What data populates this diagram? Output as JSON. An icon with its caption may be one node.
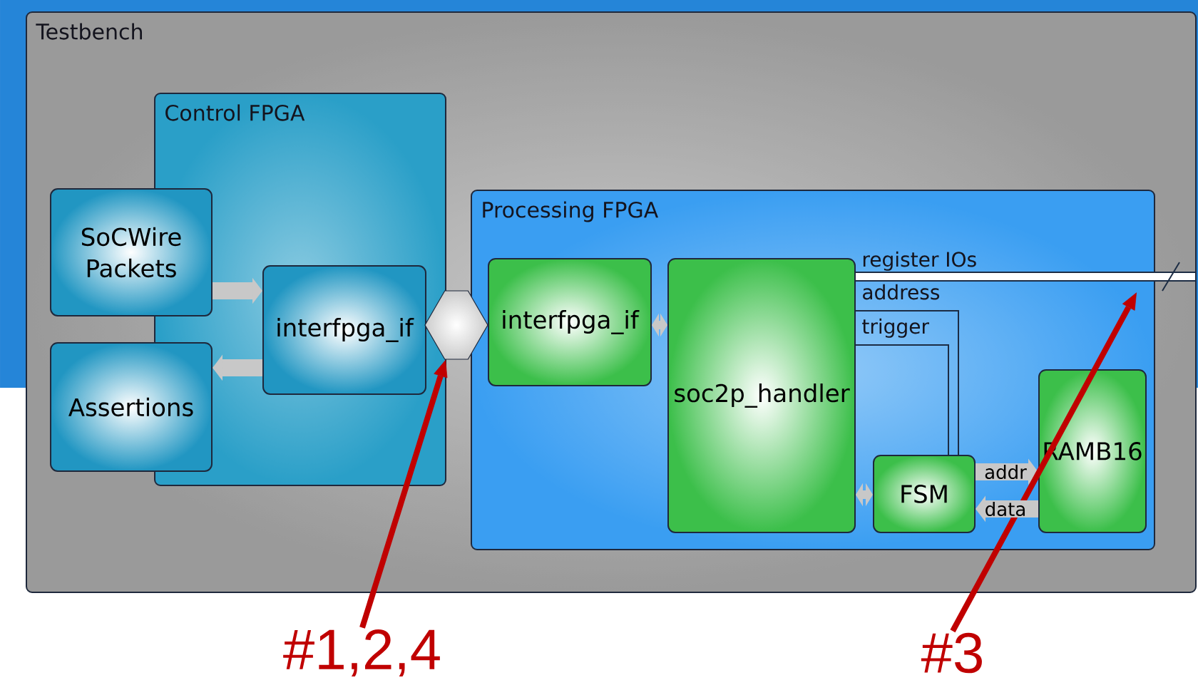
{
  "diagram": {
    "nodes": [
      {
        "text": [
          "Testbench"
        ]
      },
      {
        "text": [
          "Control FPGA"
        ],
        "in": 0
      },
      {
        "text": [
          "SoCWire Packets"
        ],
        "in": 0
      },
      {
        "text": [
          "Assertions"
        ],
        "in": 0
      },
      {
        "text": [
          "interfpga_if"
        ],
        "in": 1
      },
      {
        "text": [
          "Processing FPGA"
        ],
        "in": 0
      },
      {
        "text": [
          "interfpga_if"
        ],
        "in": 5
      },
      {
        "text": [
          "soc2p_handler"
        ],
        "in": 5
      },
      {
        "text": [
          "FSM"
        ],
        "in": 5
      },
      {
        "text": [
          "RAMB16"
        ],
        "in": 5
      },
      {
        "text": [
          "#1,2,4"
        ]
      },
      {
        "text": [
          "#3"
        ]
      },
      {
        "text": [],
        "shape": "hexagon",
        "in": 0
      }
    ],
    "edges": [
      {
        "from": 2,
        "to": 4,
        "arrow": "to",
        "style": "thick"
      },
      {
        "from": 4,
        "to": 3,
        "arrow": "to",
        "style": "thick"
      },
      {
        "from": 6,
        "to": 7,
        "arrow": "both"
      },
      {
        "from": 7,
        "to": null,
        "arrow": "none",
        "label": "register IOs",
        "color": "#1c2c44"
      },
      {
        "from": 7,
        "to": 8,
        "arrow": "none",
        "label": "address",
        "color": "#1c2c44"
      },
      {
        "from": 7,
        "to": 8,
        "arrow": "none",
        "label": "trigger",
        "color": "#1c2c44"
      },
      {
        "from": 7,
        "to": 8,
        "arrow": "both"
      },
      {
        "from": 8,
        "to": 9,
        "arrow": "to",
        "label": "addr",
        "style": "thick"
      },
      {
        "from": 9,
        "to": 8,
        "arrow": "to",
        "label": "data",
        "style": "thick"
      },
      {
        "from": 10,
        "to": 12,
        "arrow": "to",
        "color": "#c00000"
      },
      {
        "from": 11,
        "to": null,
        "arrow": "to",
        "color": "#c00000"
      }
    ]
  }
}
